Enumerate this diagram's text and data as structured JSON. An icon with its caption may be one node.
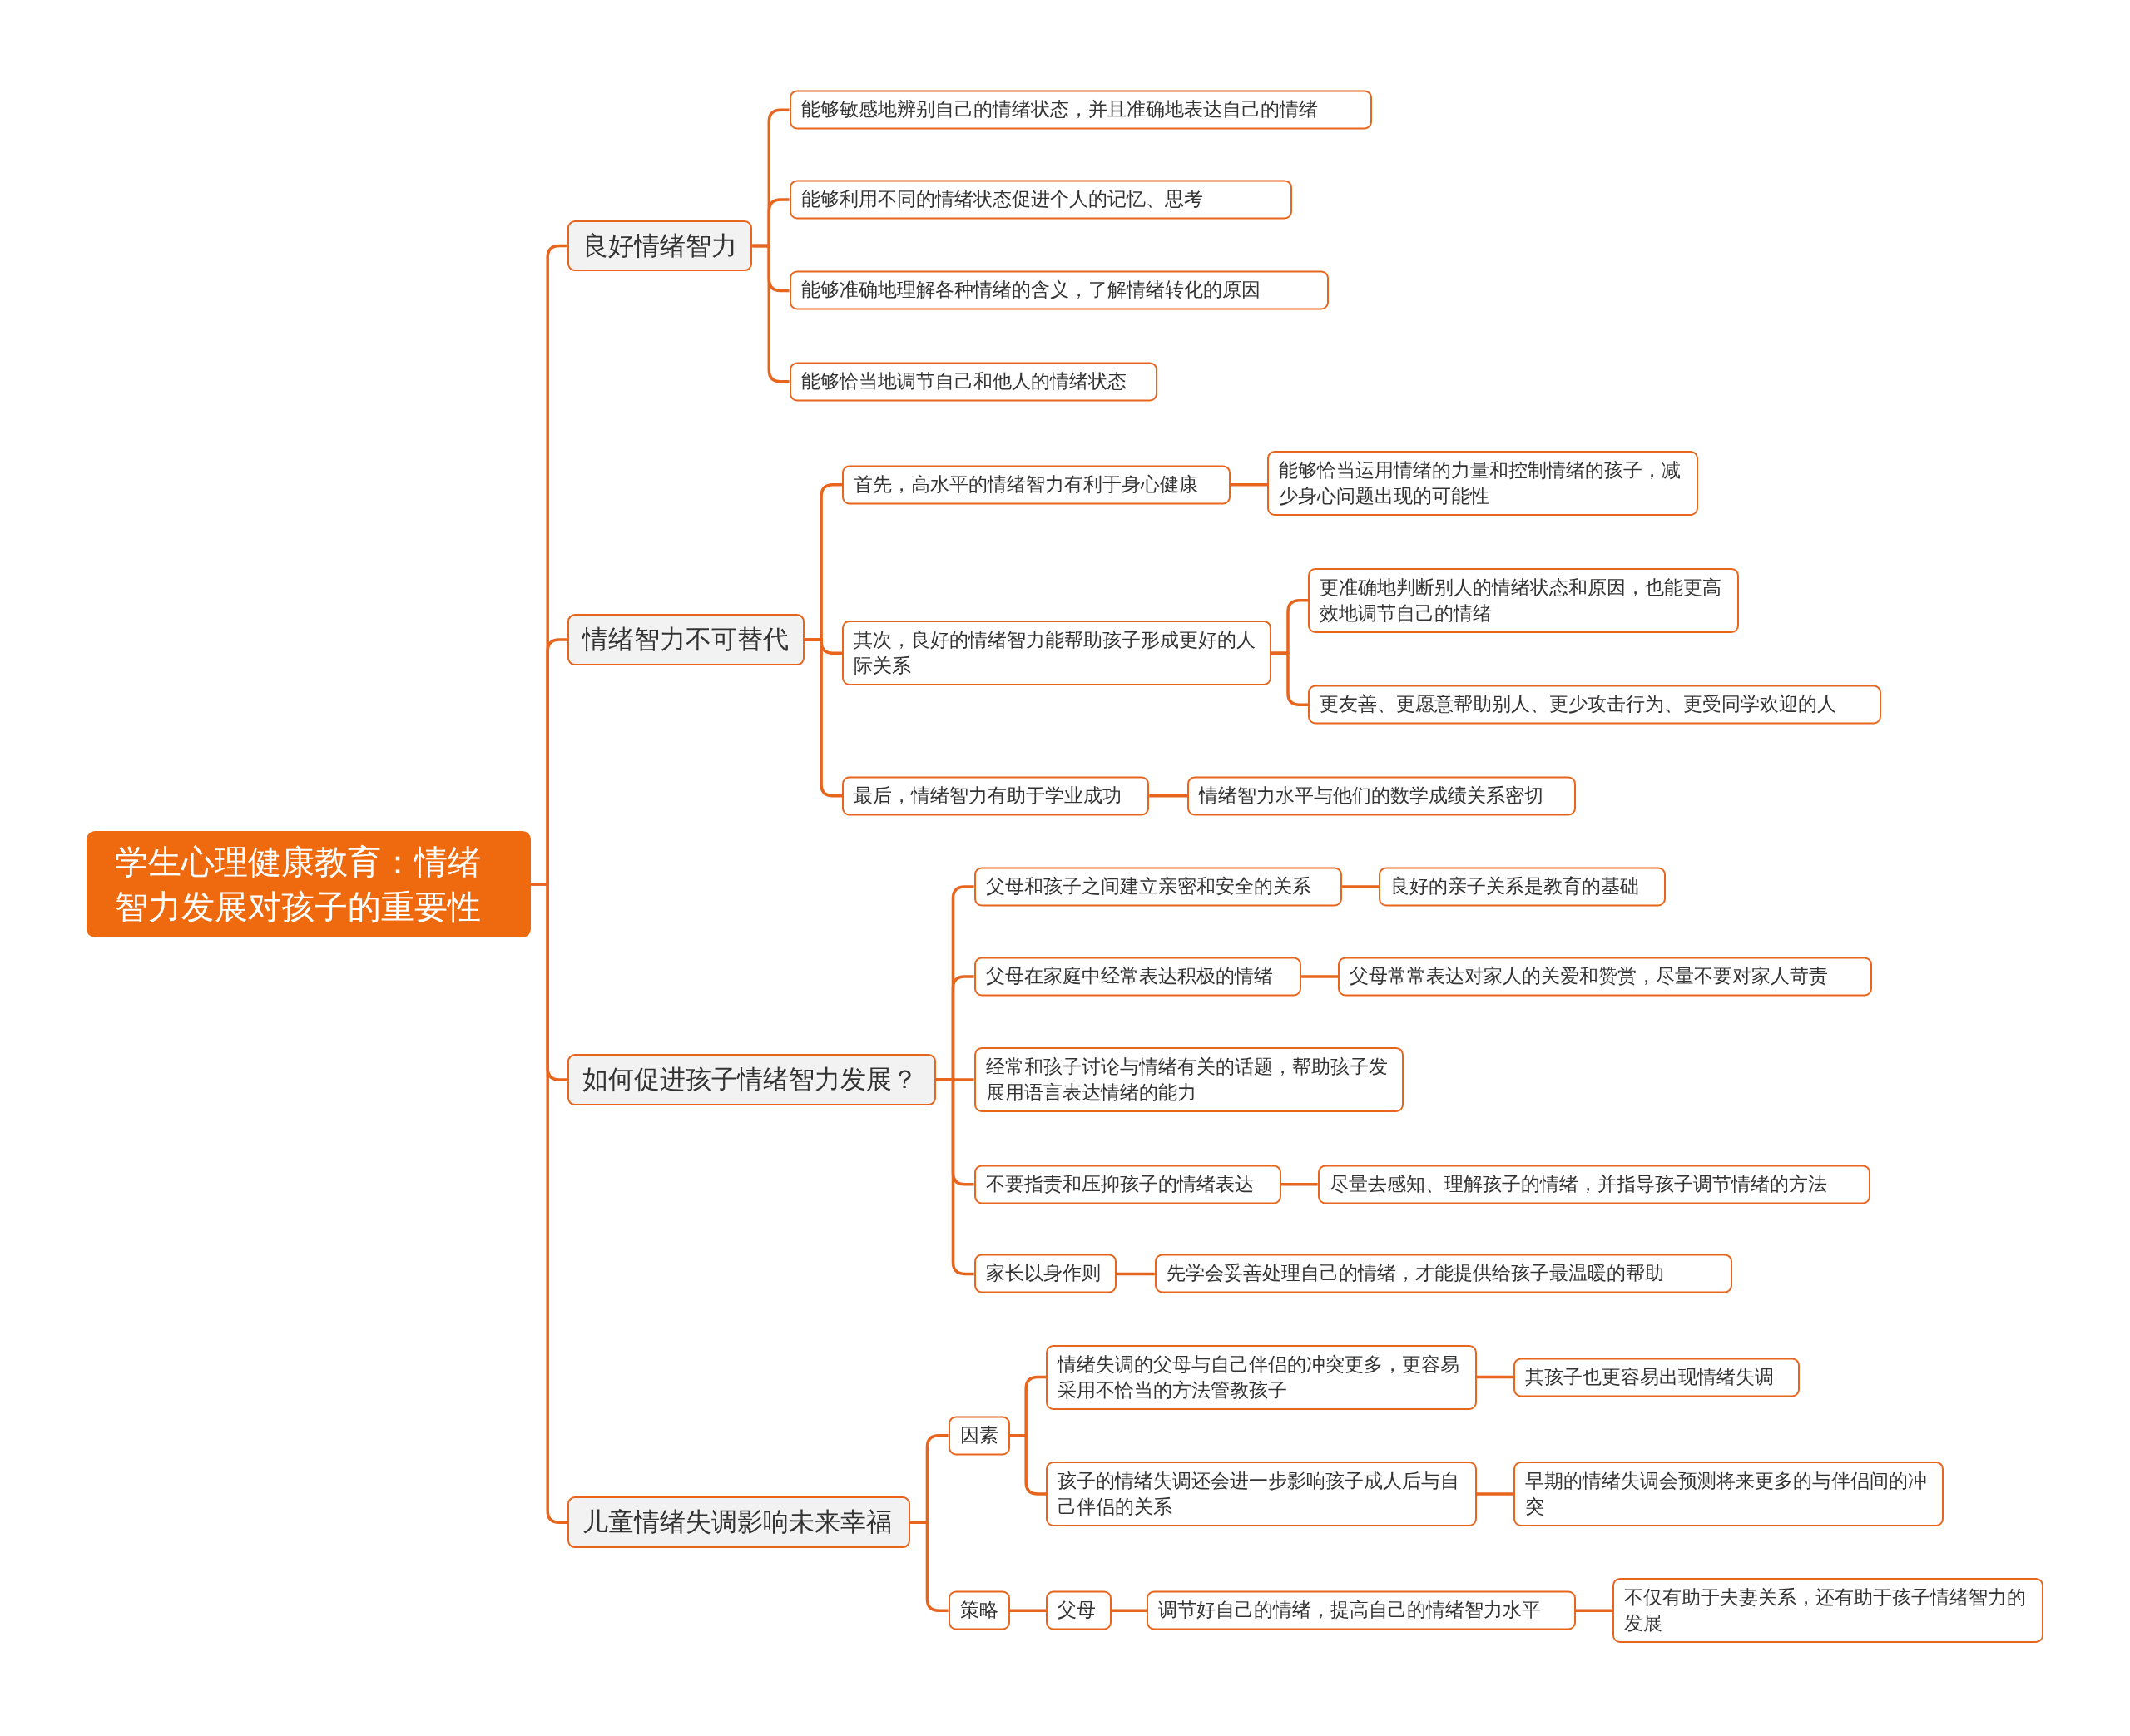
{
  "diagram": {
    "nodes": [
      {
        "text": [
          "学生心理健康教育：情绪智力发展对孩子的重要性"
        ]
      },
      {
        "text": [
          "良好情绪智力"
        ]
      },
      {
        "text": [
          "能够敏感地辨别自己的情绪状态，并且准确地表达自己的情绪"
        ]
      },
      {
        "text": [
          "能够利用不同的情绪状态促进个人的记忆、思考"
        ]
      },
      {
        "text": [
          "能够准确地理解各种情绪的含义，了解情绪转化的原因"
        ]
      },
      {
        "text": [
          "能够恰当地调节自己和他人的情绪状态"
        ]
      },
      {
        "text": [
          "情绪智力不可替代"
        ]
      },
      {
        "text": [
          "首先，高水平的情绪智力有利于身心健康"
        ]
      },
      {
        "text": [
          "能够恰当运用情绪的力量和控制情绪的孩子，减少身心问题出现的可能性"
        ]
      },
      {
        "text": [
          "其次，良好的情绪智力能帮助孩子形成更好的人际关系"
        ]
      },
      {
        "text": [
          "更准确地判断别人的情绪状态和原因，也能更高效地调节自己的情绪"
        ]
      },
      {
        "text": [
          "更友善、更愿意帮助别人、更少攻击行为、更受同学欢迎的人"
        ]
      },
      {
        "text": [
          "最后，情绪智力有助于学业成功"
        ]
      },
      {
        "text": [
          "情绪智力水平与他们的数学成绩关系密切"
        ]
      },
      {
        "text": [
          "如何促进孩子情绪智力发展？"
        ]
      },
      {
        "text": [
          "父母和孩子之间建立亲密和安全的关系"
        ]
      },
      {
        "text": [
          "良好的亲子关系是教育的基础"
        ]
      },
      {
        "text": [
          "父母在家庭中经常表达积极的情绪"
        ]
      },
      {
        "text": [
          "父母常常表达对家人的关爱和赞赏，尽量不要对家人苛责"
        ]
      },
      {
        "text": [
          "经常和孩子讨论与情绪有关的话题，帮助孩子发展用语言表达情绪的能力"
        ]
      },
      {
        "text": [
          "不要指责和压抑孩子的情绪表达"
        ]
      },
      {
        "text": [
          "尽量去感知、理解孩子的情绪，并指导孩子调节情绪的方法"
        ]
      },
      {
        "text": [
          "家长以身作则"
        ]
      },
      {
        "text": [
          "先学会妥善处理自己的情绪，才能提供给孩子最温暖的帮助"
        ]
      },
      {
        "text": [
          "儿童情绪失调影响未来幸福"
        ]
      },
      {
        "text": [
          "因素"
        ]
      },
      {
        "text": [
          "情绪失调的父母与自己伴侣的冲突更多，更容易采用不恰当的方法管教孩子"
        ]
      },
      {
        "text": [
          "其孩子也更容易出现情绪失调"
        ]
      },
      {
        "text": [
          "孩子的情绪失调还会进一步影响孩子成人后与自己伴侣的关系"
        ]
      },
      {
        "text": [
          "早期的情绪失调会预测将来更多的与伴侣间的冲突"
        ]
      },
      {
        "text": [
          "策略"
        ]
      },
      {
        "text": [
          "父母"
        ]
      },
      {
        "text": [
          "调节好自己的情绪，提高自己的情绪智力水平"
        ]
      },
      {
        "text": [
          "不仅有助于夫妻关系，还有助于孩子情绪智力的发展"
        ]
      }
    ],
    "edges": [
      {
        "from": 0,
        "to": 1,
        "arrow": "none"
      },
      {
        "from": 0,
        "to": 6,
        "arrow": "none"
      },
      {
        "from": 0,
        "to": 14,
        "arrow": "none"
      },
      {
        "from": 0,
        "to": 24,
        "arrow": "none"
      },
      {
        "from": 1,
        "to": 2,
        "arrow": "none"
      },
      {
        "from": 1,
        "to": 3,
        "arrow": "none"
      },
      {
        "from": 1,
        "to": 4,
        "arrow": "none"
      },
      {
        "from": 1,
        "to": 5,
        "arrow": "none"
      },
      {
        "from": 6,
        "to": 7,
        "arrow": "none"
      },
      {
        "from": 6,
        "to": 9,
        "arrow": "none"
      },
      {
        "from": 6,
        "to": 12,
        "arrow": "none"
      },
      {
        "from": 7,
        "to": 8,
        "arrow": "none"
      },
      {
        "from": 9,
        "to": 10,
        "arrow": "none"
      },
      {
        "from": 9,
        "to": 11,
        "arrow": "none"
      },
      {
        "from": 12,
        "to": 13,
        "arrow": "none"
      },
      {
        "from": 14,
        "to": 15,
        "arrow": "none"
      },
      {
        "from": 14,
        "to": 17,
        "arrow": "none"
      },
      {
        "from": 14,
        "to": 19,
        "arrow": "none"
      },
      {
        "from": 14,
        "to": 20,
        "arrow": "none"
      },
      {
        "from": 14,
        "to": 22,
        "arrow": "none"
      },
      {
        "from": 15,
        "to": 16,
        "arrow": "none"
      },
      {
        "from": 17,
        "to": 18,
        "arrow": "none"
      },
      {
        "from": 20,
        "to": 21,
        "arrow": "none"
      },
      {
        "from": 22,
        "to": 23,
        "arrow": "none"
      },
      {
        "from": 24,
        "to": 25,
        "arrow": "none"
      },
      {
        "from": 24,
        "to": 30,
        "arrow": "none"
      },
      {
        "from": 25,
        "to": 26,
        "arrow": "none"
      },
      {
        "from": 25,
        "to": 28,
        "arrow": "none"
      },
      {
        "from": 26,
        "to": 27,
        "arrow": "none"
      },
      {
        "from": 28,
        "to": 29,
        "arrow": "none"
      },
      {
        "from": 30,
        "to": 31,
        "arrow": "none"
      },
      {
        "from": 31,
        "to": 32,
        "arrow": "none"
      },
      {
        "from": 32,
        "to": 33,
        "arrow": "none"
      }
    ]
  }
}
